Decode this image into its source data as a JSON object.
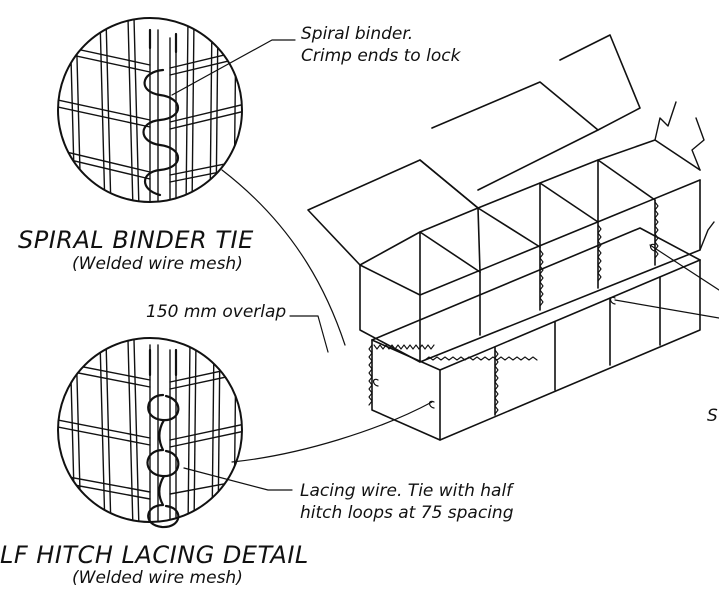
{
  "spiral_detail": {
    "callout_line1": "Spiral binder.",
    "callout_line2": "Crimp ends to lock",
    "title": "SPIRAL BINDER TIE",
    "subtitle": "(Welded wire mesh)"
  },
  "overlap_label": "150 mm overlap",
  "lacing_detail": {
    "callout_line1": "Lacing wire. Tie with half",
    "callout_line2": "hitch loops at 75 spacing",
    "title": "LF HITCH LACING DETAIL",
    "subtitle": "(Welded wire mesh)"
  },
  "cut_off_label": "S"
}
